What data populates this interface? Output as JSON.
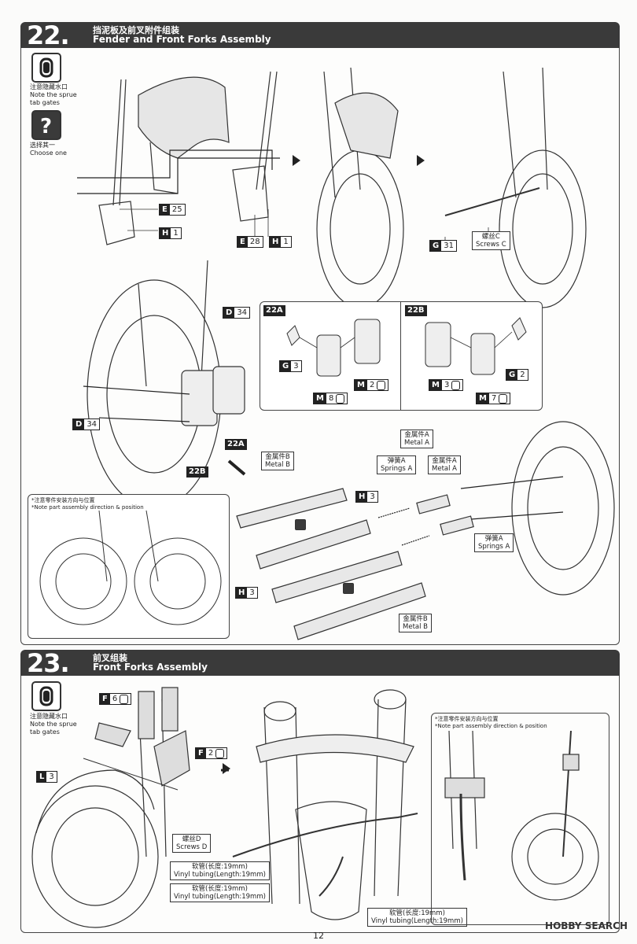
{
  "step22": {
    "number": "22.",
    "title_cn": "挡泥板及前叉附件组装",
    "title_en": "Fender and Front Forks Assembly",
    "note_sprue": [
      "注意隐藏水口",
      "Note the sprue",
      "tab gates"
    ],
    "note_choose": [
      "选择其一",
      "Choose one"
    ],
    "tags": {
      "e25": {
        "letter": "E",
        "num": "25"
      },
      "h1a": {
        "letter": "H",
        "num": "1"
      },
      "e28": {
        "letter": "E",
        "num": "28"
      },
      "h1b": {
        "letter": "H",
        "num": "1"
      },
      "g31": {
        "letter": "G",
        "num": "31"
      },
      "d34a": {
        "letter": "D",
        "num": "34"
      },
      "d34b": {
        "letter": "D",
        "num": "34"
      },
      "g3": {
        "letter": "G",
        "num": "3"
      },
      "m8": {
        "letter": "M",
        "num": "8"
      },
      "m2": {
        "letter": "M",
        "num": "2"
      },
      "m3": {
        "letter": "M",
        "num": "3"
      },
      "m7": {
        "letter": "M",
        "num": "7"
      },
      "g2": {
        "letter": "G",
        "num": "2"
      },
      "h3a": {
        "letter": "H",
        "num": "3"
      },
      "h3b": {
        "letter": "H",
        "num": "3"
      }
    },
    "screws_c": [
      "螺丝C",
      "Screws C"
    ],
    "sub_22a": "22A",
    "sub_22b": "22B",
    "note_direction": [
      "*注意零件安装方向与位置",
      "*Note part assembly direction & position"
    ],
    "metal_b_1": [
      "金属件B",
      "Metal B"
    ],
    "metal_a_1": [
      "金属件A",
      "Metal A"
    ],
    "springs_a_1": [
      "弹簧A",
      "Springs A"
    ],
    "metal_a_2": [
      "金属件A",
      "Metal A"
    ],
    "springs_a_2": [
      "弹簧A",
      "Springs A"
    ],
    "metal_b_2": [
      "金属件B",
      "Metal B"
    ]
  },
  "step23": {
    "number": "23.",
    "title_cn": "前叉组装",
    "title_en": "Front Forks Assembly",
    "note_sprue": [
      "注意隐藏水口",
      "Note the sprue",
      "tab gates"
    ],
    "tags": {
      "f6": {
        "letter": "F",
        "num": "6"
      },
      "f2": {
        "letter": "F",
        "num": "2"
      },
      "l3": {
        "letter": "L",
        "num": "3"
      }
    },
    "screws_d": [
      "螺丝D",
      "Screws D"
    ],
    "tubing_1": [
      "软管(长度:19mm)",
      "Vinyl tubing(Length:19mm)"
    ],
    "tubing_2": [
      "软管(长度:19mm)",
      "Vinyl tubing(Length:19mm)"
    ],
    "tubing_3": [
      "软管(长度:19mm)",
      "Vinyl tubing(Length:19mm)"
    ],
    "note_direction": [
      "*注意零件安装方向与位置",
      "*Note part assembly direction & position"
    ]
  },
  "footer": {
    "page": "12",
    "watermark": "HOBBY SEARCH"
  }
}
